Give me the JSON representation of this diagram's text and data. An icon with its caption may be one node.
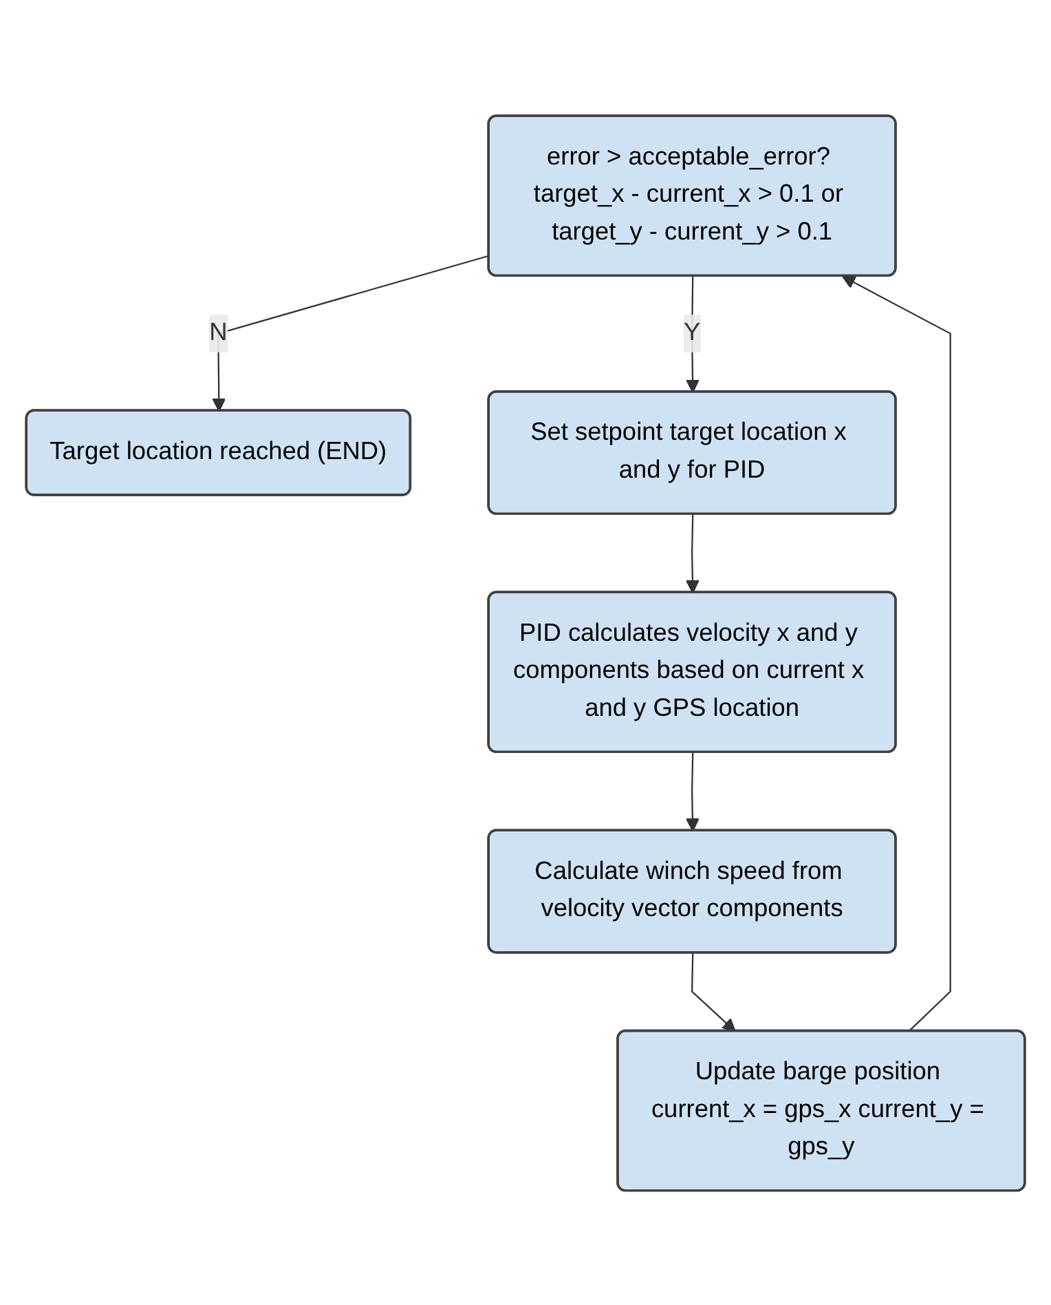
{
  "diagram": {
    "nodes": [
      {
        "text": [
          "error > acceptable_error? target_x - current_x > 0.1 or target_y - current_y > 0.1"
        ]
      },
      {
        "text": [
          "Target location reached (END)"
        ]
      },
      {
        "text": [
          "Set setpoint target location x and y for PID"
        ]
      },
      {
        "text": [
          "PID calculates velocity x and y components based on current x and y GPS location"
        ]
      },
      {
        "text": [
          "Calculate winch speed from velocity vector components"
        ]
      },
      {
        "text": [
          "Update barge position current_x = gps_x current_y = gps_y"
        ]
      }
    ],
    "edges": [
      {
        "from": 0,
        "to": 1,
        "arrow": "to",
        "label": "N"
      },
      {
        "from": 0,
        "to": 2,
        "arrow": "to",
        "label": "Y"
      },
      {
        "from": 2,
        "to": 3,
        "arrow": "to"
      },
      {
        "from": 3,
        "to": 4,
        "arrow": "to"
      },
      {
        "from": 4,
        "to": 5,
        "arrow": "to"
      },
      {
        "from": 5,
        "to": 0,
        "arrow": "to"
      }
    ]
  }
}
